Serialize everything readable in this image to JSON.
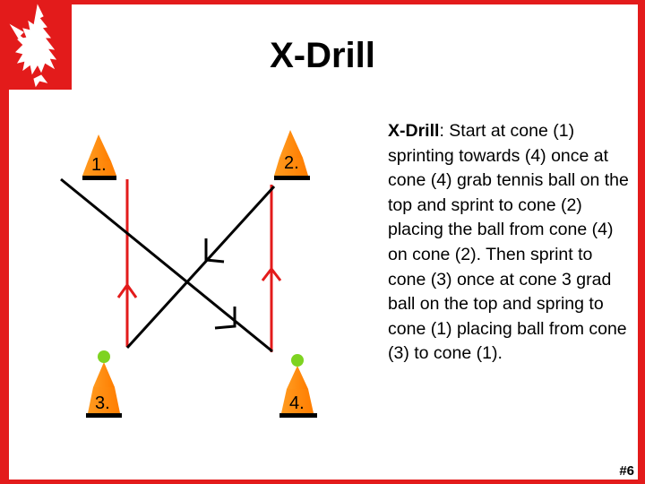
{
  "slide": {
    "title": "X-Drill",
    "page_number": "#6"
  },
  "description": {
    "bold_term": "X-Drill",
    "text": ": Start at cone (1) sprinting towards (4) once at cone (4) grab tennis ball on the top and sprint to cone (2) placing the ball from cone (4) on cone (2). Then sprint to cone (3) once at cone 3 grad ball on the top and spring to cone (1) placing ball from cone (3) to cone (1)."
  },
  "diagram": {
    "cones": [
      {
        "label": "1.",
        "has_ball": false
      },
      {
        "label": "2.",
        "has_ball": false
      },
      {
        "label": "3.",
        "has_ball": true
      },
      {
        "label": "4.",
        "has_ball": true
      }
    ],
    "colors": {
      "cone": "#ff8c00",
      "ball": "#7ed321",
      "sprint_line": "#e31b1b",
      "diagonal_line": "#000000",
      "frame": "#e31b1b"
    }
  },
  "logo": {
    "icon": "eagle-icon"
  }
}
